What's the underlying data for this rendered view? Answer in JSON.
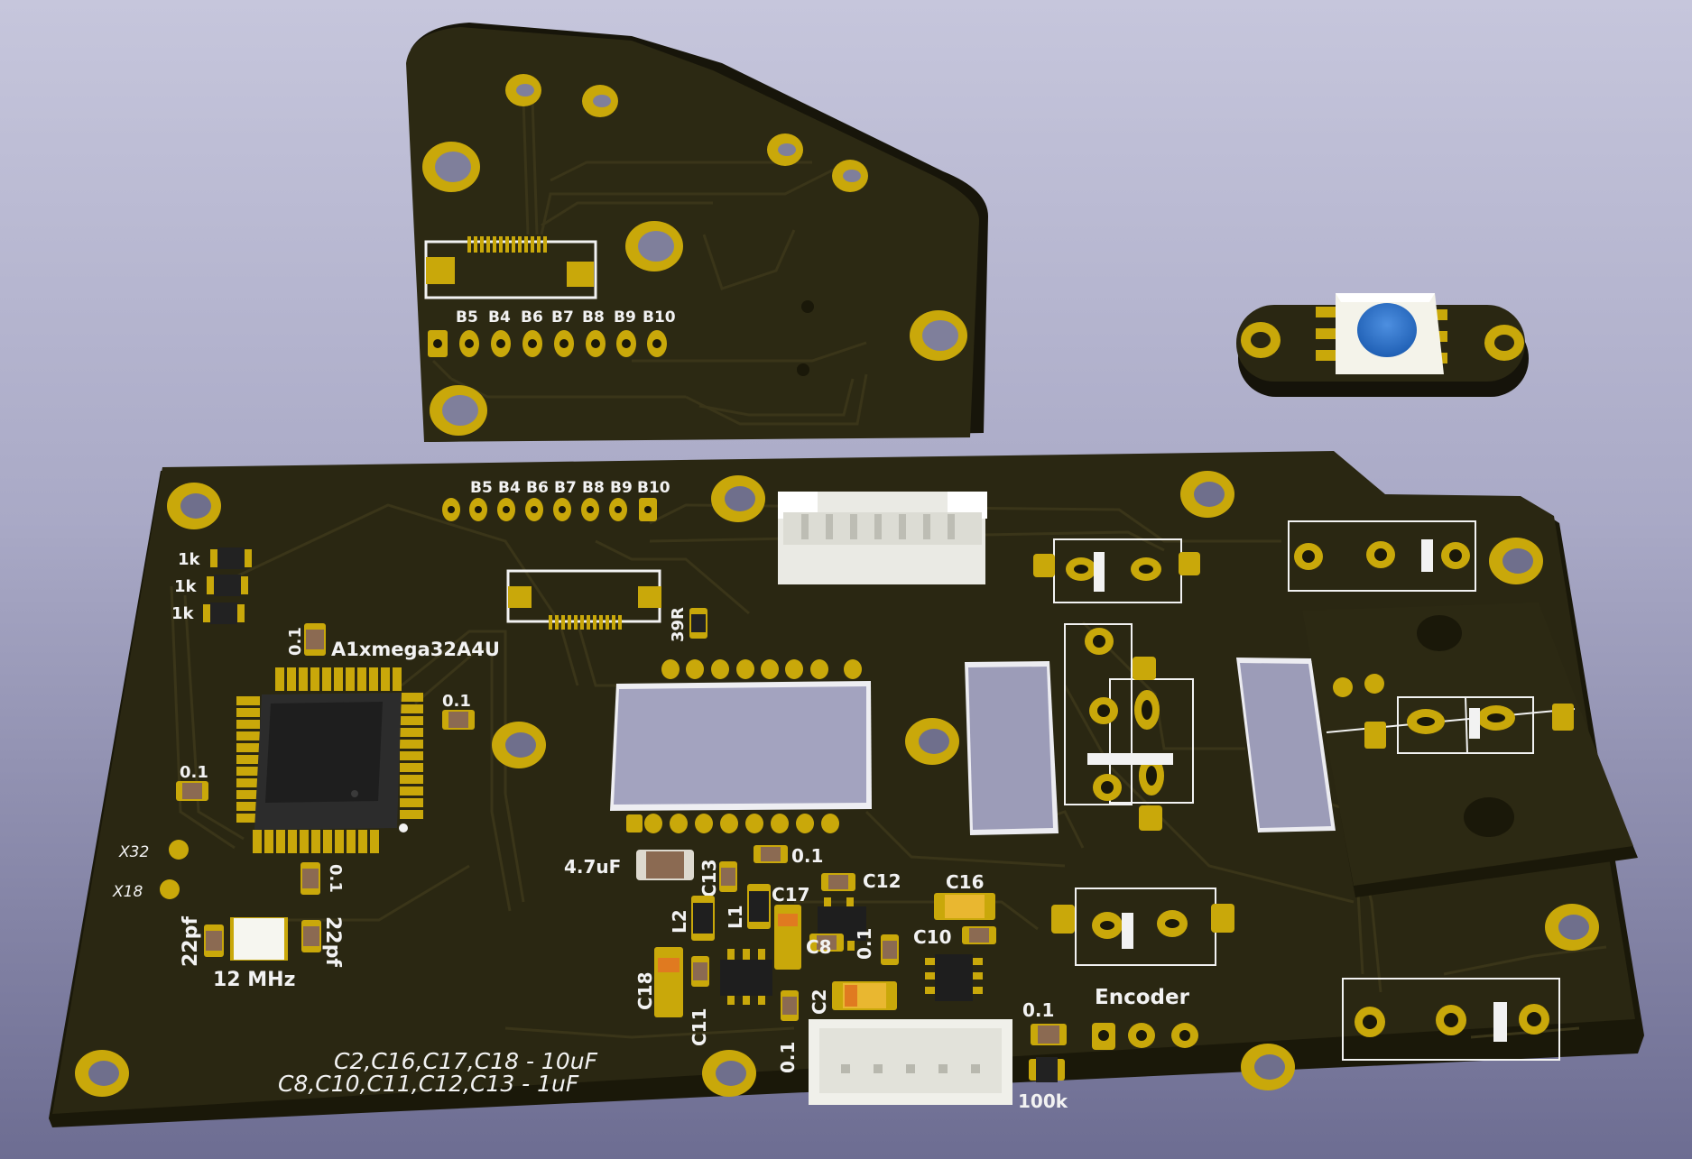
{
  "top_board": {
    "header_labels": [
      "B5",
      "B4",
      "B6",
      "B7",
      "B8",
      "B9",
      "B10"
    ]
  },
  "main_board": {
    "header_labels": [
      "B5",
      "B4",
      "B6",
      "B7",
      "B8",
      "B9",
      "B10"
    ],
    "resistors_1k": [
      "1k",
      "1k",
      "1k"
    ],
    "mcu_label": "A1xmega32A4U",
    "labels": {
      "c_01_top": "0.1",
      "c_01_right": "0.1",
      "c_01_left": "0.1",
      "c_01_bottom": "0.1",
      "x32": "X32",
      "x18": "X18",
      "c_22pf_left": "22pf",
      "c_22pf_right": "22pf",
      "crystal": "12 MHz",
      "r_39r": "39R",
      "c_4_7uf": "4.7uF",
      "c_01_mid": "0.1",
      "c13": "C13",
      "c12": "C12",
      "c16": "C16",
      "l2": "L2",
      "l1": "L1",
      "c17": "C17",
      "c8": "C8",
      "c_01_c8": "0.1",
      "c10": "C10",
      "c18": "C18",
      "c11": "C11",
      "c2": "C2",
      "c_01_conn": "0.1",
      "encoder": "Encoder",
      "c_01_enc": "0.1",
      "r_100k": "100k"
    },
    "notes": [
      "C2,C16,C17,C18 - 10uF",
      "C8,C10,C11,C12,C13 - 1uF"
    ]
  },
  "colors": {
    "pcb": "#2a2712",
    "pad_gold": "#c9a80a",
    "silkscreen": "#f2f2f2",
    "background_top": "#c6c6dc",
    "background_bottom": "#6d6d92"
  }
}
